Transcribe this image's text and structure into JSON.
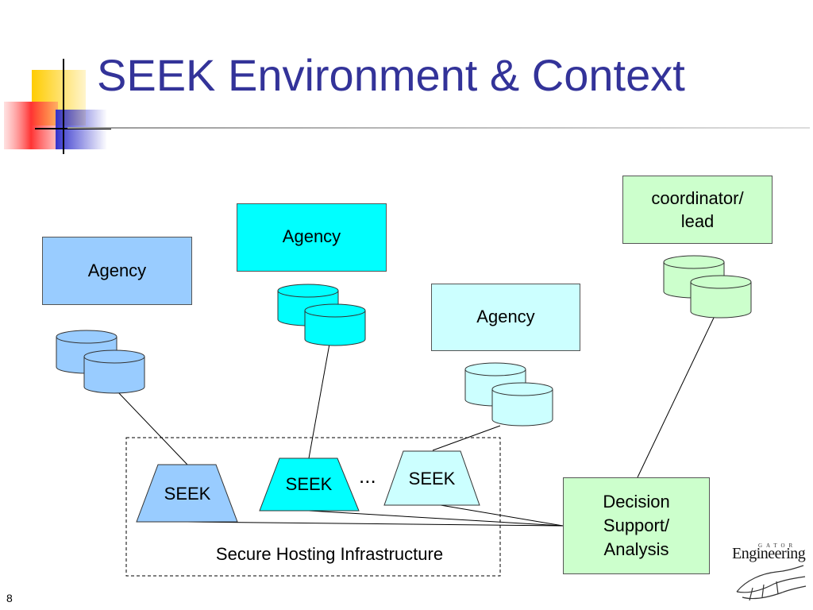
{
  "title": "SEEK Environment & Context",
  "page_number": "8",
  "agencies": [
    {
      "label": "Agency",
      "fill": "#99ccff"
    },
    {
      "label": "Agency",
      "fill": "#00ffff"
    },
    {
      "label": "Agency",
      "fill": "#ccffff"
    }
  ],
  "coordinator": {
    "label_line1": "coordinator/",
    "label_line2": "lead",
    "fill": "#ccffcc"
  },
  "seek_nodes": [
    {
      "label": "SEEK",
      "fill": "#99ccff"
    },
    {
      "label": "SEEK",
      "fill": "#00ffff"
    },
    {
      "label": "SEEK",
      "fill": "#ccffff"
    }
  ],
  "ellipsis": "...",
  "infrastructure_label": "Secure Hosting Infrastructure",
  "decision_support": {
    "line1": "Decision",
    "line2": "Support/",
    "line3": "Analysis",
    "fill": "#ccffcc"
  },
  "logo": {
    "text": "Engineering",
    "small": "GATOR"
  },
  "colors": {
    "title": "#333399",
    "accent_yellow": "#ffcc00",
    "accent_red": "#ff3333",
    "accent_blue": "#3333cc"
  }
}
